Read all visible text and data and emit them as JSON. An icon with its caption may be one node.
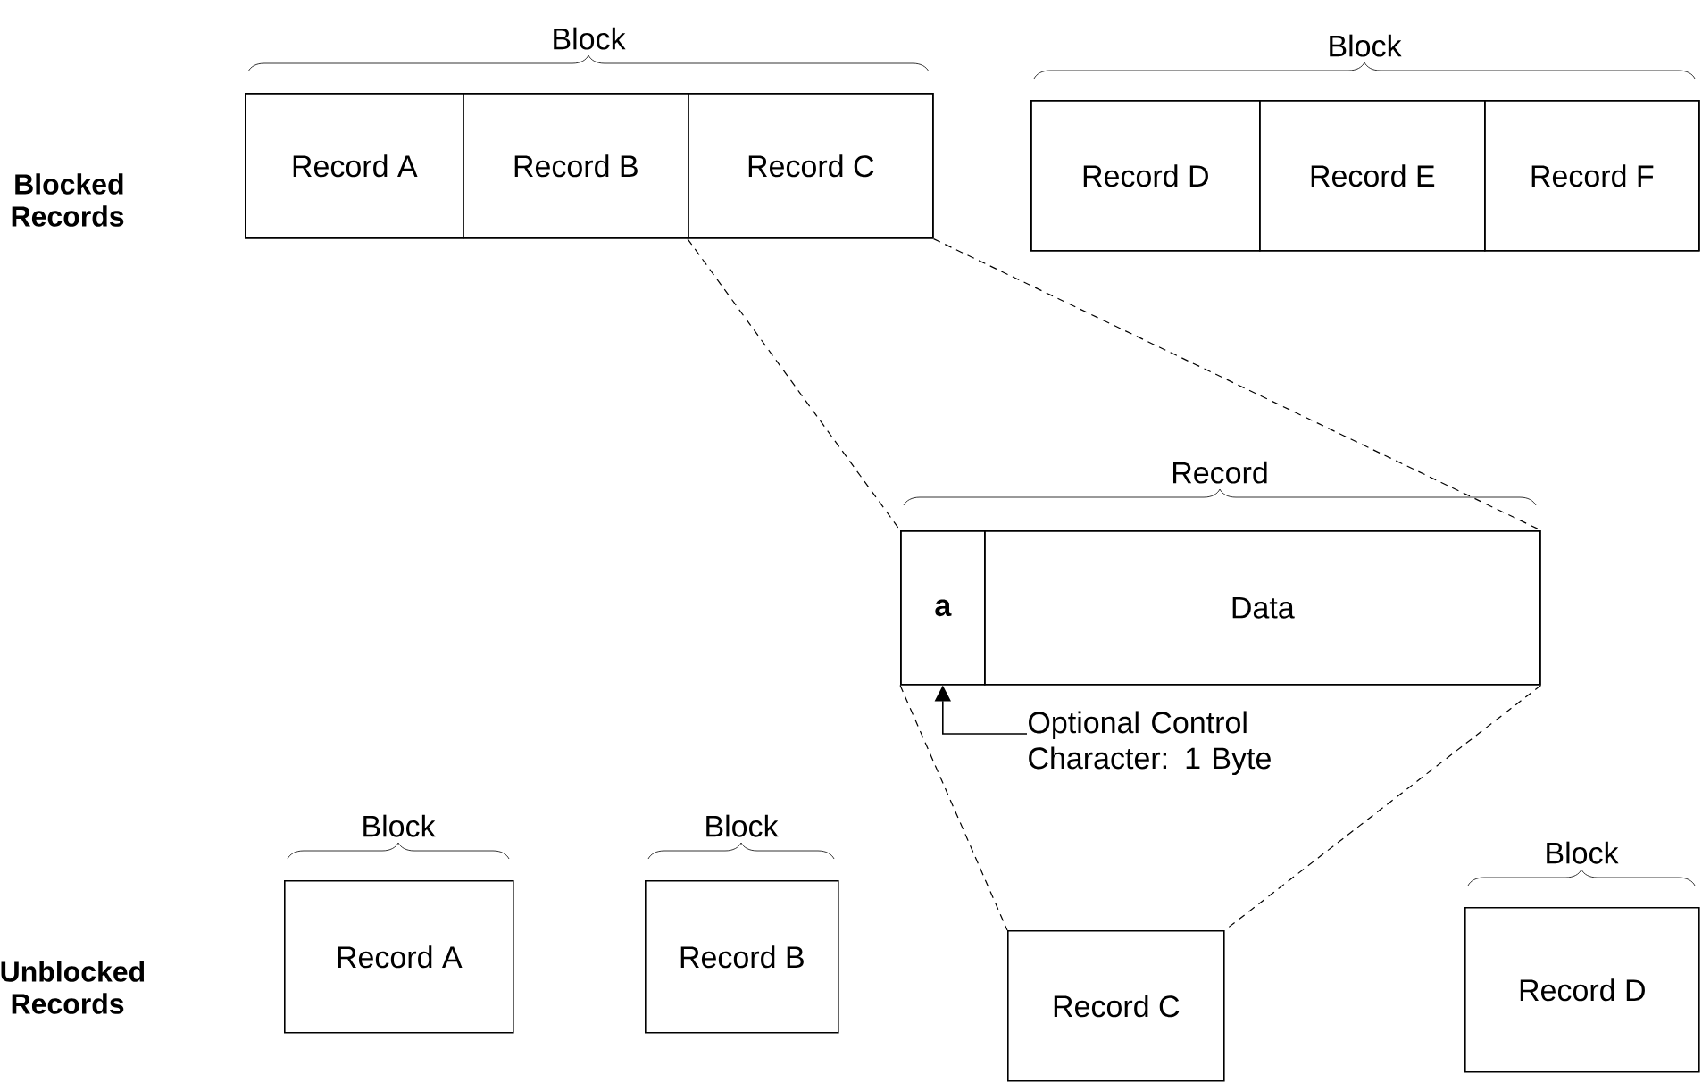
{
  "diagram": {
    "nodes": [
      {
        "text": [
          "Block"
        ]
      },
      {
        "text": [
          "Record A"
        ],
        "in": 0
      },
      {
        "text": [
          "Record B"
        ],
        "in": 0
      },
      {
        "text": [
          "Record C"
        ],
        "in": 0
      },
      {
        "text": [
          "Block"
        ]
      },
      {
        "text": [
          "Record D"
        ],
        "in": 4
      },
      {
        "text": [
          "Record E"
        ],
        "in": 4
      },
      {
        "text": [
          "Record F"
        ],
        "in": 4
      },
      {
        "text": [
          "Record"
        ]
      },
      {
        "text": [
          "a"
        ],
        "in": 8
      },
      {
        "text": [
          "Data"
        ],
        "in": 8
      },
      {
        "text": [
          "Optional Control Character: 1 Byte"
        ]
      },
      {
        "text": [
          "Block",
          "Record A"
        ]
      },
      {
        "text": [
          "Block",
          "Record B"
        ]
      },
      {
        "text": [
          "Record C"
        ]
      },
      {
        "text": [
          "Block",
          "Record D"
        ]
      }
    ],
    "edges": [
      {
        "from": 3,
        "to": 8,
        "arrow": "none",
        "style": "dashed"
      },
      {
        "from": 3,
        "to": 8,
        "arrow": "none",
        "style": "dashed"
      },
      {
        "from": 8,
        "to": 14,
        "arrow": "none",
        "style": "dashed"
      },
      {
        "from": 8,
        "to": 14,
        "arrow": "none",
        "style": "dashed"
      },
      {
        "from": 11,
        "to": 9,
        "arrow": "to"
      }
    ],
    "labels": [
      "Blocked Records",
      "Unblocked Records"
    ]
  }
}
